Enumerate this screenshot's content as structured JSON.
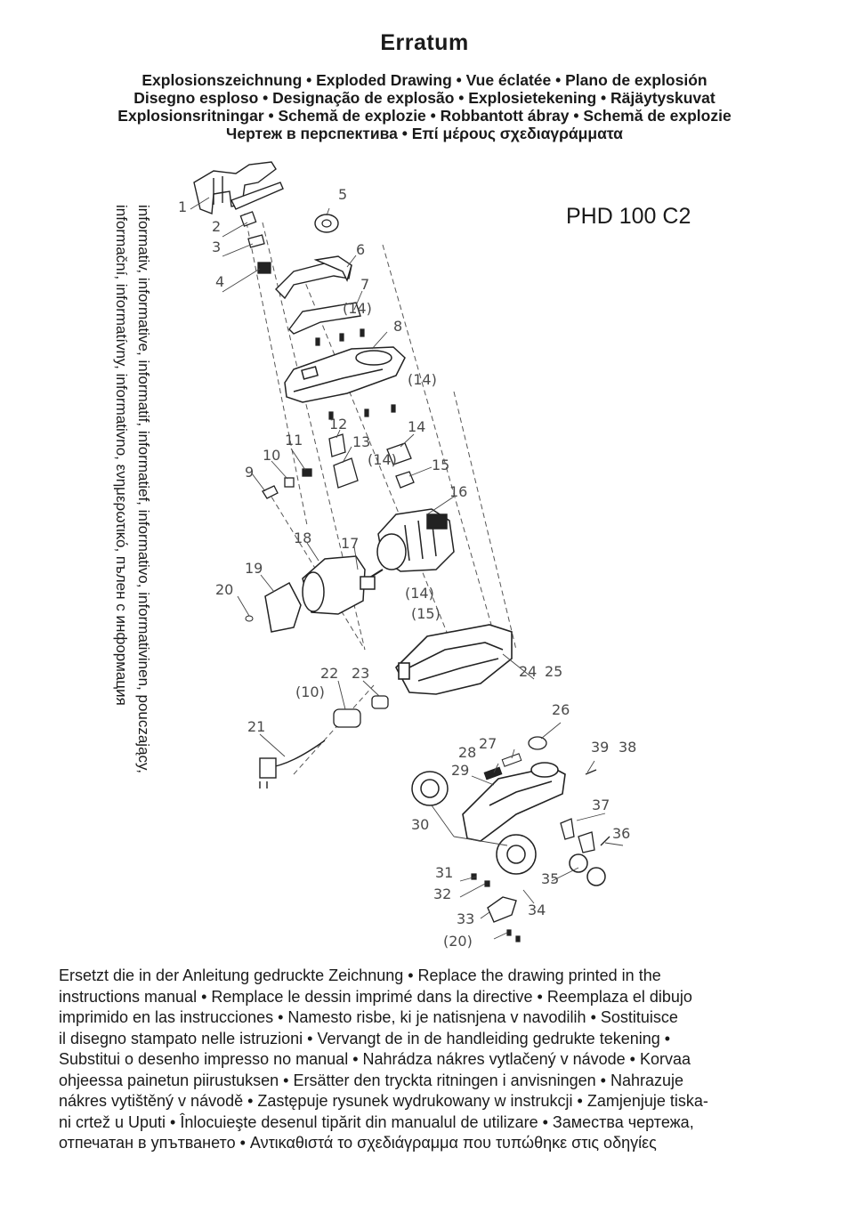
{
  "header": {
    "title": "Erratum",
    "subtitle_lines": [
      "Explosionszeichnung • Exploded Drawing • Vue éclatée • Plano de explosión",
      "Disegno esploso • Designação de explosão • Explosietekening • Räjäytyskuvat",
      "Explosionsritningar • Schemă de explozie • Robbantott ábray • Schemă de explozie",
      "Чертеж в перспектива • Επί μέρους σχεδιαγράμματα"
    ]
  },
  "model": "PHD 100 C2",
  "vertical_lines": [
    "informativ, informative, informatif, informatief, informativo, informativinen, pouczający,",
    "informační, informatívny, informativno, ενημερωτικό, пълен с информация"
  ],
  "part_labels": [
    "1",
    "2",
    "3",
    "4",
    "5",
    "6",
    "7",
    "(14)",
    "8",
    "(14)",
    "9",
    "10",
    "11",
    "12",
    "13",
    "(14)",
    "14",
    "15",
    "16",
    "17",
    "18",
    "19",
    "20",
    "(14)",
    "(15)",
    "22",
    "23",
    "(10)",
    "24",
    "25",
    "21",
    "26",
    "28",
    "27",
    "29",
    "39",
    "38",
    "30",
    "37",
    "36",
    "31",
    "32",
    "35",
    "34",
    "33",
    "(20)"
  ],
  "footer_lines": [
    "Ersetzt die in der Anleitung gedruckte Zeichnung • Replace the drawing printed in the",
    "instructions manual • Remplace le dessin imprimé dans la directive • Reemplaza el dibujo",
    "imprimido en las instrucciones • Namesto risbe, ki je natisnjena v navodilih • Sostituisce",
    "il disegno stampato nelle istruzioni • Vervangt de in de handleiding gedrukte tekening •",
    "Substitui o desenho impresso no manual • Nahrádza nákres vytlačený v návode • Korvaa",
    "ohjeessa painetun piirustuksen • Ersätter den tryckta ritningen i anvisningen • Nahrazuje",
    "nákres vytištěný v návodě • Zastępuje rysunek wydrukowany w instrukcji • Zamjenjuje tiska-",
    "ni crtež u Uputi • Înlocuieşte desenul tipărit din manualul de utilizare • Замества чертежа,",
    "отпечатан в упътването • Αντικαθιστά το σχεδιάγραμμα που τυπώθηκε στις οδηγίες"
  ]
}
